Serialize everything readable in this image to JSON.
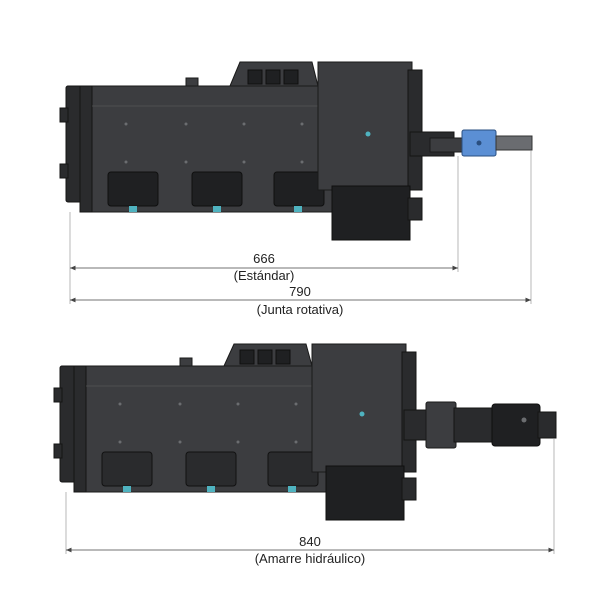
{
  "dimensions": {
    "standard": {
      "value": "666",
      "caption": "(Estándar)"
    },
    "rotary_joint": {
      "value": "790",
      "caption": "(Junta rotativa)"
    },
    "hydraulic_clamp": {
      "value": "840",
      "caption": "(Amarre hidráulico)"
    }
  },
  "colors": {
    "housing": "#3c3d40",
    "housing_dark": "#2a2b2d",
    "motor_block": "#1f2022",
    "rotary_joint_blue": "#5b8fd4",
    "accent_teal": "#4fb3c0"
  }
}
